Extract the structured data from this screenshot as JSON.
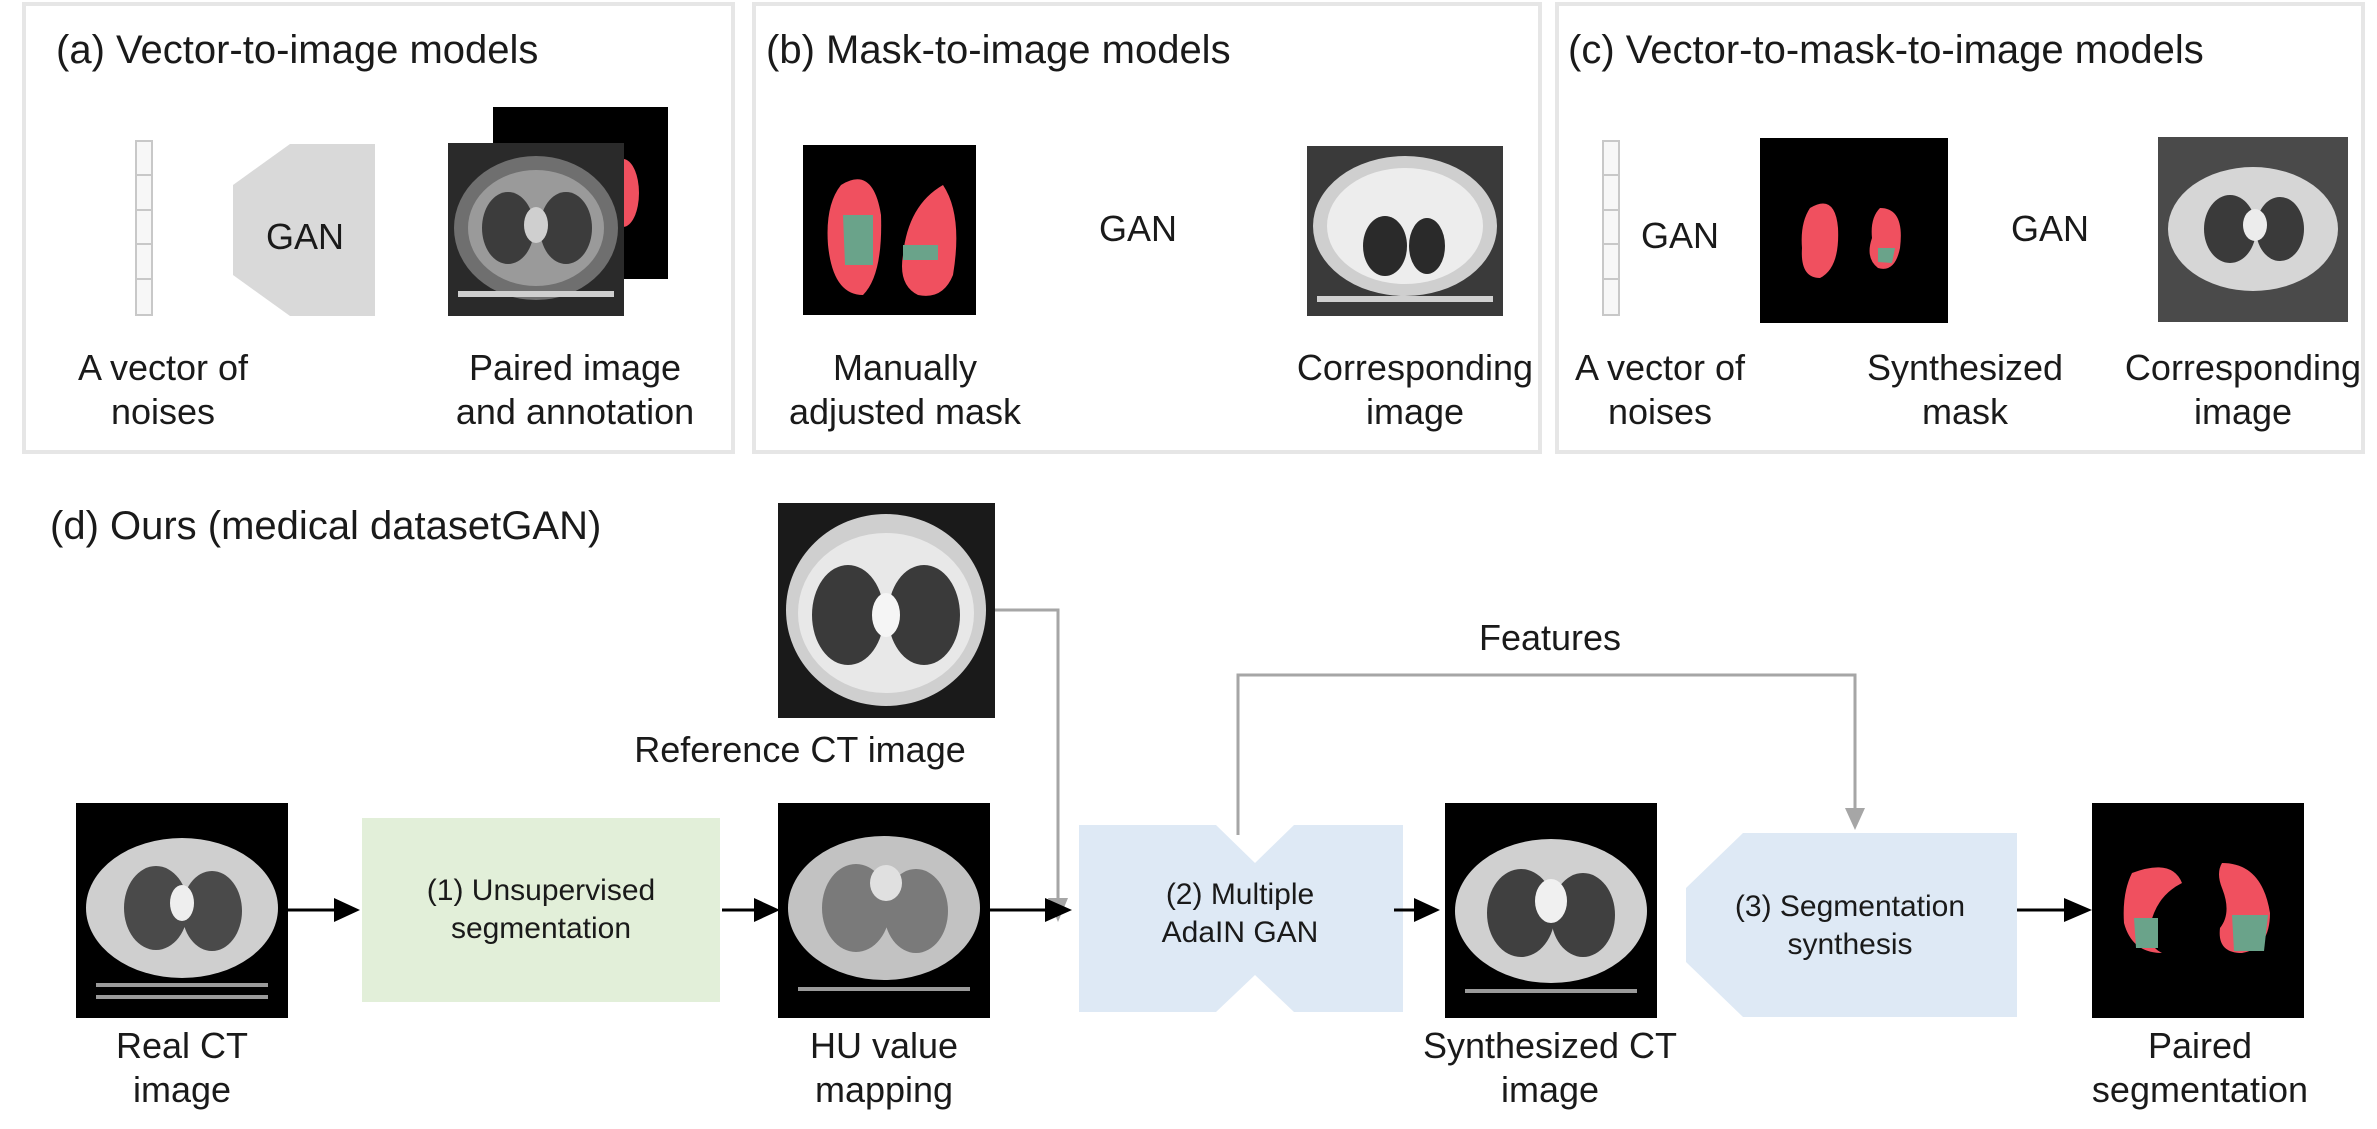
{
  "panels": {
    "a": {
      "title": "(a) Vector-to-image models",
      "shape_label": "GAN",
      "caption_vector_1": "A vector of",
      "caption_vector_2": "noises",
      "caption_pair_1": "Paired image",
      "caption_pair_2": "and annotation"
    },
    "b": {
      "title": "(b) Mask-to-image models",
      "shape_label": "GAN",
      "caption_mask_1": "Manually",
      "caption_mask_2": "adjusted mask",
      "caption_image_1": "Corresponding",
      "caption_image_2": "image"
    },
    "c": {
      "title": "(c) Vector-to-mask-to-image models",
      "shape_label_1": "GAN",
      "shape_label_2": "GAN",
      "caption_vector_1": "A vector of",
      "caption_vector_2": "noises",
      "caption_mask_1": "Synthesized",
      "caption_mask_2": "mask",
      "caption_image_1": "Corresponding",
      "caption_image_2": "image"
    },
    "d": {
      "title": "(d) Ours (medical datasetGAN)",
      "reference_label": "Reference CT image",
      "features_label": "Features",
      "step1_line1": "(1) Unsupervised",
      "step1_line2": "segmentation",
      "step2_line1": "(2) Multiple",
      "step2_line2": "AdaIN GAN",
      "step3_line1": "(3) Segmentation",
      "step3_line2": "synthesis",
      "real_ct_1": "Real CT",
      "real_ct_2": "image",
      "hu_1": "HU value",
      "hu_2": "mapping",
      "synth_ct_1": "Synthesized CT",
      "synth_ct_2": "image",
      "paired_1": "Paired",
      "paired_2": "segmentation"
    }
  },
  "colors": {
    "gan_shape": "#d9d9d9",
    "step1_fill": "#e2efd9",
    "step_blue": "#dee9f5",
    "mask_red": "#f0505f",
    "mask_green": "#6aa38a",
    "panel_border": "#e6e6e6"
  }
}
